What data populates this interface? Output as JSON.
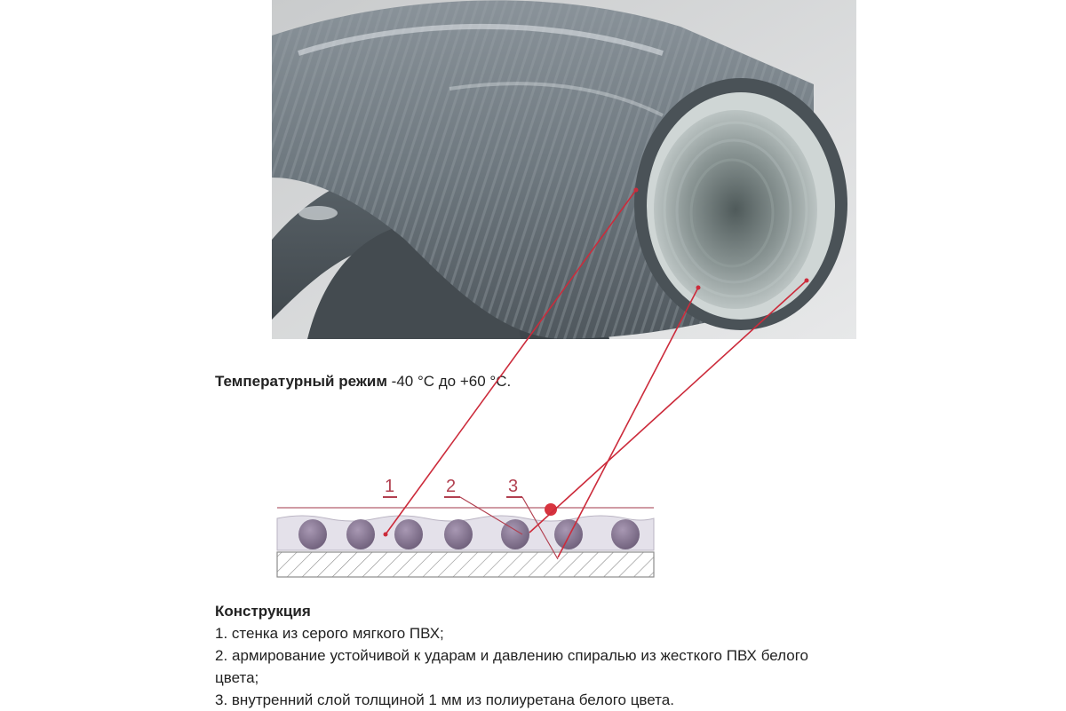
{
  "temperature": {
    "label": "Температурный режим",
    "value": "-40 °C до +60 °C."
  },
  "diagram": {
    "markers": [
      "1",
      "2",
      "3"
    ]
  },
  "construction": {
    "heading": "Конструкция",
    "items": [
      "1. стенка из серого мягкого ПВХ;",
      "2. армирование устойчивой к ударам и давлению спиралью из жесткого ПВХ белого цвета;",
      "3. внутренний слой толщиной 1 мм из полиуретана белого цвета."
    ]
  },
  "colors": {
    "hose_gray": "#6d767d",
    "inner_light": "#c9cfcd",
    "pointer_red": "#cc2b3b",
    "marker_red": "#b24050",
    "spiral_purple": "#7a6b85"
  }
}
